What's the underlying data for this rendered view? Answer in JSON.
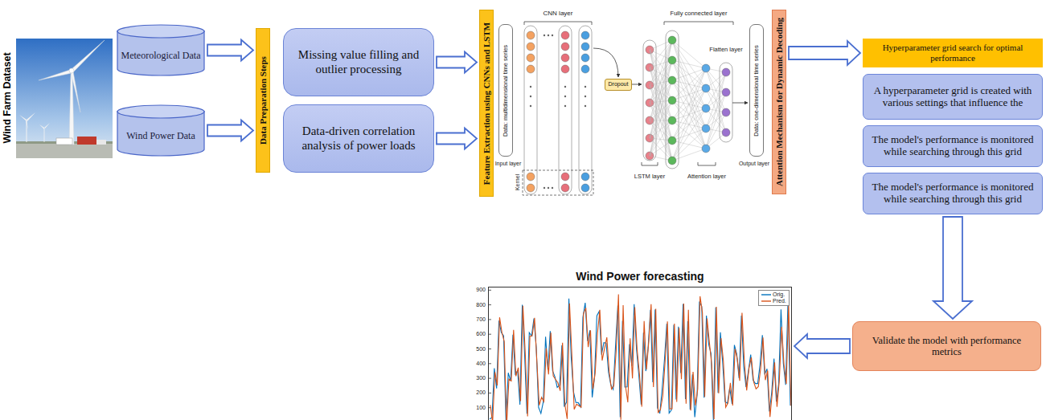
{
  "diagram": {
    "nodes": [
      {
        "text": [
          "Meteorological Data"
        ]
      },
      {
        "text": [
          "Wind Power Data"
        ]
      },
      {
        "text": [
          "Data Preparation Steps"
        ]
      },
      {
        "text": [
          "Missing value filling and outlier processing"
        ]
      },
      {
        "text": [
          "Data-driven correlation analysis of power loads"
        ]
      },
      {
        "text": [
          "Feature Extraction using CNNs and LSTM"
        ]
      },
      {
        "text": [
          "Data: multidimensional time series"
        ]
      },
      {
        "text": [
          "Dropout"
        ]
      },
      {
        "text": [
          "Data: one-dimensional time series"
        ]
      },
      {
        "text": [
          "Attention Mechanism for Dynamic Decoding"
        ]
      },
      {
        "text": [
          "Hyperparameter grid search for optimal performance"
        ]
      },
      {
        "text": [
          "A hyperparameter grid is created with various settings that influence the"
        ]
      },
      {
        "text": [
          "The model's performance is monitored while searching through this grid"
        ]
      },
      {
        "text": [
          "The model's performance is monitored while searching through this grid"
        ]
      },
      {
        "text": [
          "Validate the model with performance metrics"
        ]
      },
      {
        "text": [
          "Wind Power forecasting"
        ]
      }
    ],
    "edges": [
      {
        "from": 0,
        "to": 2,
        "arrow": "to"
      },
      {
        "from": 1,
        "to": 2,
        "arrow": "to"
      },
      {
        "from": 3,
        "to": 5,
        "arrow": "to"
      },
      {
        "from": 4,
        "to": 5,
        "arrow": "to"
      },
      {
        "from": 9,
        "to": 10,
        "arrow": "to"
      },
      {
        "from": 13,
        "to": 14,
        "arrow": "to"
      },
      {
        "from": 14,
        "to": 15,
        "arrow": "to"
      }
    ],
    "labels": [
      "Wind Farm Dataset",
      "CNN layer",
      "Kernel",
      "Input layer",
      "LSTM layer",
      "Fully connected layer",
      "Flatten layer",
      "Attention layer",
      "Output layer",
      "900",
      "800",
      "700",
      "600",
      "500",
      "400",
      "300",
      "200",
      "100"
    ],
    "legend": [
      {
        "text": "Orig."
      },
      {
        "text": "Pred."
      }
    ]
  }
}
